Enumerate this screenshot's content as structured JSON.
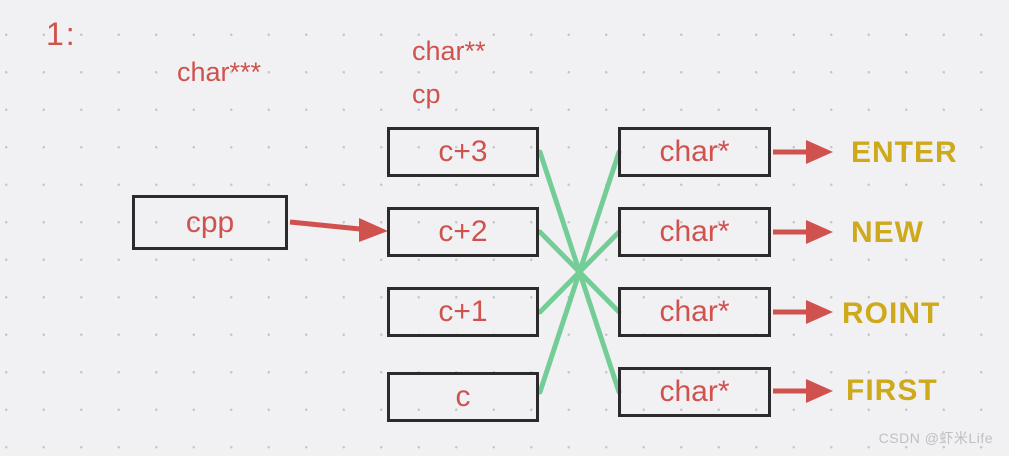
{
  "heading": {
    "index": "1:"
  },
  "type_labels": {
    "triple_pointer": "char***",
    "double_pointer": "char**",
    "cp": "cp"
  },
  "cpp_box": {
    "label": "cpp"
  },
  "offset_boxes": [
    {
      "label": "c+3"
    },
    {
      "label": "c+2"
    },
    {
      "label": "c+1"
    },
    {
      "label": "c"
    }
  ],
  "char_boxes": [
    {
      "label": "char*"
    },
    {
      "label": "char*"
    },
    {
      "label": "char*"
    },
    {
      "label": "char*"
    }
  ],
  "string_labels": [
    {
      "text": "ENTER"
    },
    {
      "text": "NEW"
    },
    {
      "text": "ROINT"
    },
    {
      "text": "FIRST"
    }
  ],
  "connections": {
    "red_edges": [
      {
        "from": "cpp",
        "to": "c+2"
      },
      {
        "from": "char*-1",
        "to": "ENTER"
      },
      {
        "from": "char*-2",
        "to": "NEW"
      },
      {
        "from": "char*-3",
        "to": "ROINT"
      },
      {
        "from": "char*-4",
        "to": "FIRST"
      }
    ],
    "green_edges": [
      {
        "from": "c+3",
        "to": "char*-4"
      },
      {
        "from": "c+2",
        "to": "char*-3"
      },
      {
        "from": "c+1",
        "to": "char*-2"
      },
      {
        "from": "c",
        "to": "char*-1"
      }
    ]
  },
  "colors": {
    "red": "#d0524e",
    "gold": "#cfa91c",
    "green": "#74cd97",
    "box_border": "#2b2b2b",
    "background": "#f1f1f3",
    "dot_grid": "#c7c7cc"
  },
  "watermark": {
    "text": "CSDN @虾米Life"
  }
}
